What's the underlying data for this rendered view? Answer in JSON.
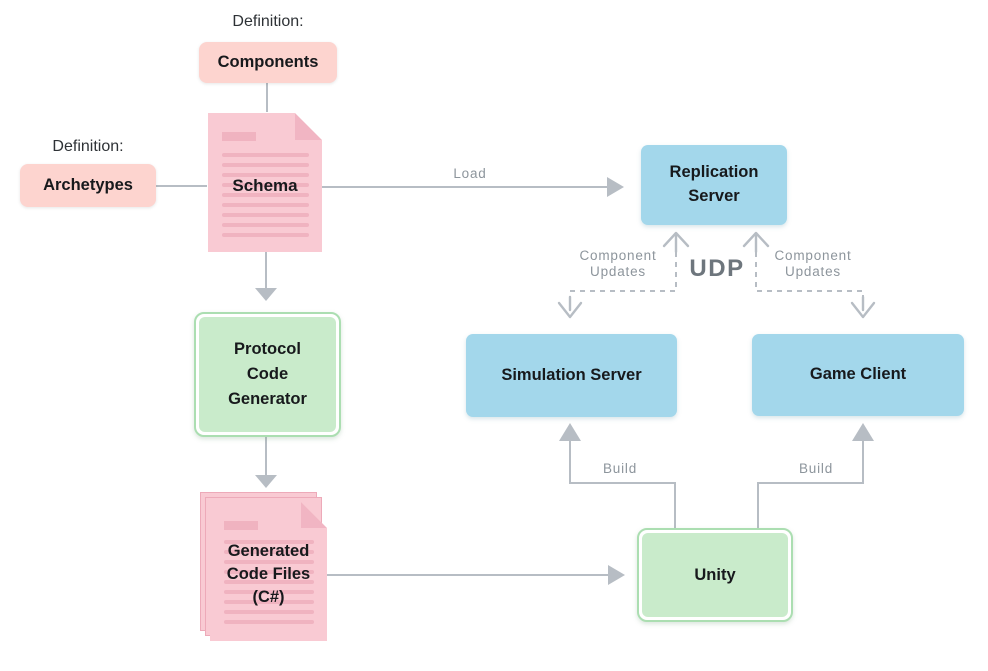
{
  "diagram": {
    "definitions": {
      "components": {
        "caption": "Definition:",
        "label": "Components"
      },
      "archetypes": {
        "caption": "Definition:",
        "label": "Archetypes"
      }
    },
    "nodes": {
      "schema": {
        "label": "Schema"
      },
      "protocol_code_generator": {
        "label": "Protocol Code Generator"
      },
      "generated_code_files": {
        "label": "Generated Code Files (C#)"
      },
      "replication_server": {
        "label": "Replication Server"
      },
      "simulation_server": {
        "label": "Simulation Server"
      },
      "game_client": {
        "label": "Game Client"
      },
      "unity": {
        "label": "Unity"
      }
    },
    "edges": {
      "load": {
        "label": "Load"
      },
      "udp": {
        "label": "UDP"
      },
      "component_updates_left": {
        "label": "Component Updates"
      },
      "component_updates_right": {
        "label": "Component Updates"
      },
      "build_left": {
        "label": "Build"
      },
      "build_right": {
        "label": "Build"
      }
    },
    "colors": {
      "pink_box": "#fdd4cf",
      "pink_document": "#f9cad3",
      "document_line": "#f0b3c0",
      "blue_box": "#a3d7eb",
      "green_fill": "#c9ebcb",
      "green_border": "#abdeb1",
      "wire_gray": "#b7bdc4",
      "edge_label_gray": "#8d959c",
      "udp_gray": "#6e767d",
      "text_dark": "#17191c"
    }
  }
}
